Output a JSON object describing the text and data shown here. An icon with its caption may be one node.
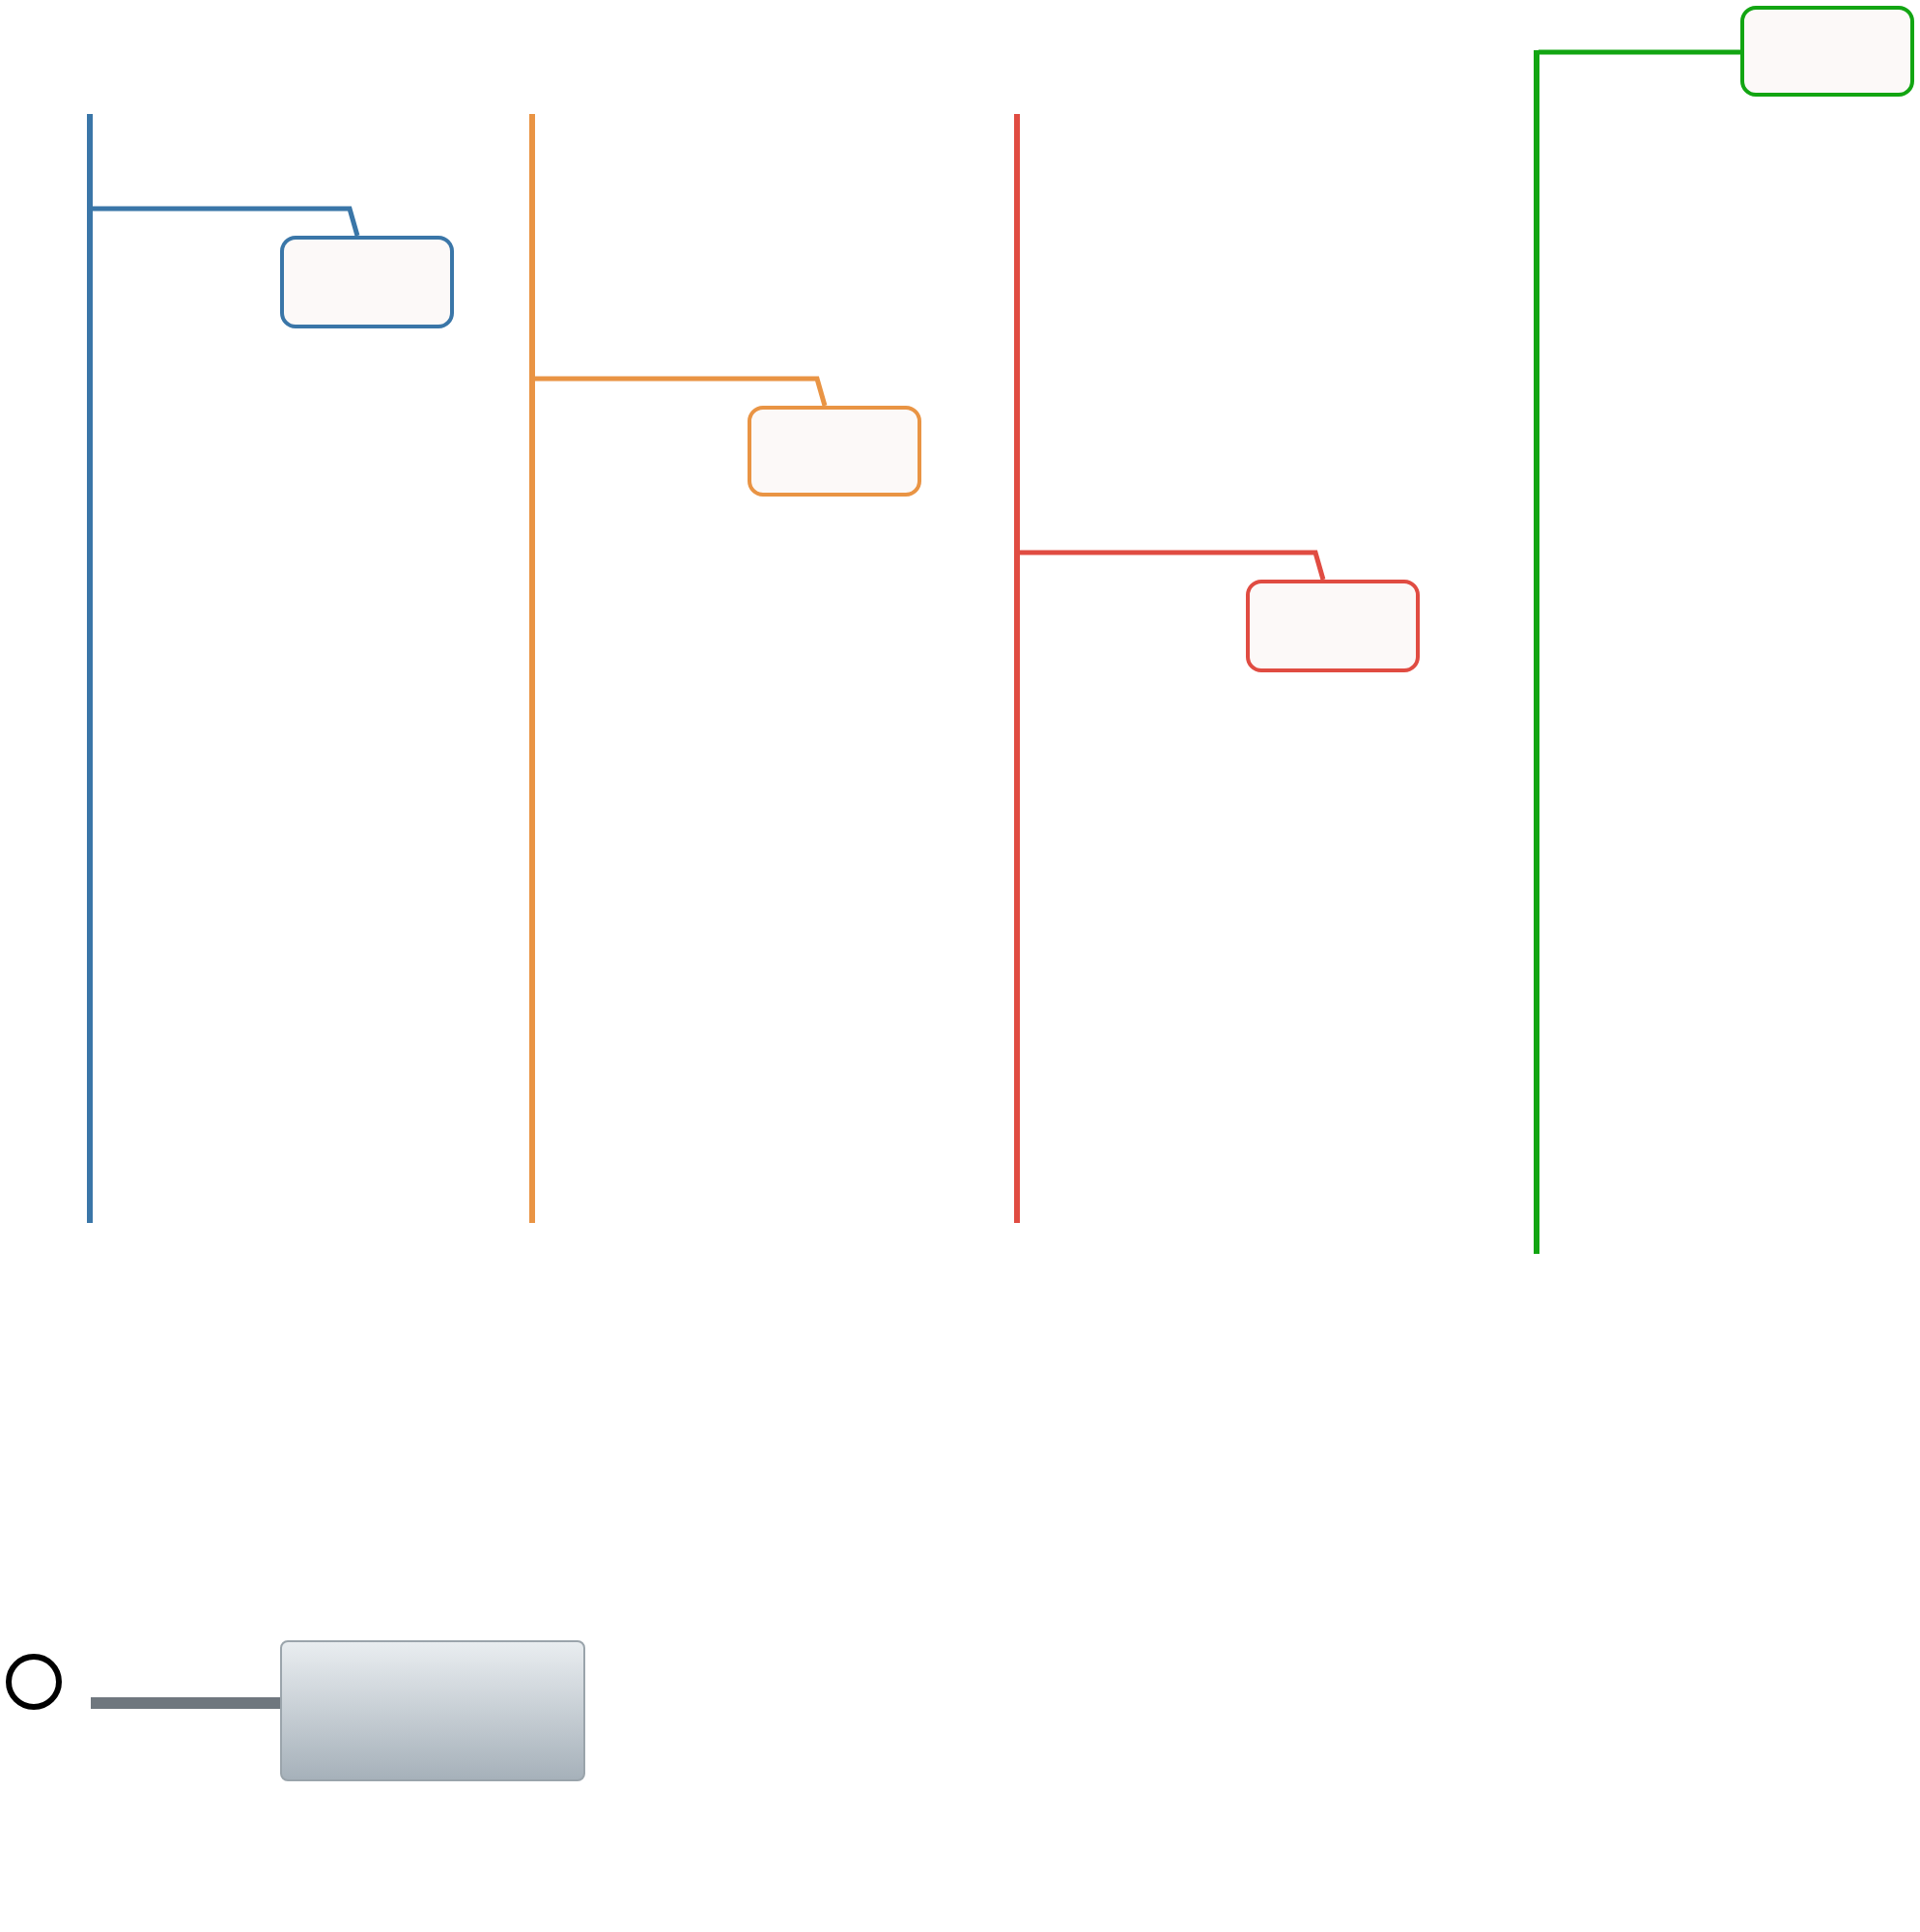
{
  "diagram": {
    "nodes": [
      {
        "text": [],
        "shape": "bar"
      },
      {
        "text": [],
        "shape": "box"
      },
      {
        "text": [],
        "shape": "bar"
      },
      {
        "text": [],
        "shape": "box"
      },
      {
        "text": [],
        "shape": "bar"
      },
      {
        "text": [],
        "shape": "box"
      },
      {
        "text": [],
        "shape": "bar"
      },
      {
        "text": [],
        "shape": "box"
      },
      {
        "text": [],
        "shape": "circle"
      },
      {
        "text": [],
        "shape": "box"
      }
    ],
    "edges": [
      {
        "from": 0,
        "to": 1,
        "arrow": "none",
        "color": "#3a76a8"
      },
      {
        "from": 2,
        "to": 3,
        "arrow": "none",
        "color": "#e99444"
      },
      {
        "from": 4,
        "to": 5,
        "arrow": "none",
        "color": "#e04c42"
      },
      {
        "from": 6,
        "to": 7,
        "arrow": "none",
        "color": "#12a512"
      },
      {
        "from": 8,
        "to": 9,
        "arrow": "none",
        "style": "thick",
        "color": "#6f777e"
      }
    ]
  }
}
